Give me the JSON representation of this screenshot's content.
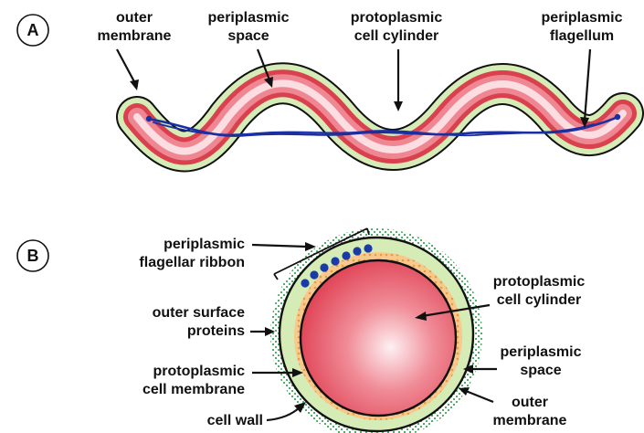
{
  "panel_a": {
    "letter": "A",
    "labels": {
      "outer_membrane": [
        "outer",
        "membrane"
      ],
      "periplasmic_space": [
        "periplasmic",
        "space"
      ],
      "protoplasmic_cell_cylinder": [
        "protoplasmic",
        "cell cylinder"
      ],
      "periplasmic_flagellum": [
        "periplasmic",
        "flagellum"
      ]
    }
  },
  "panel_b": {
    "letter": "B",
    "labels": {
      "periplasmic_flagellar_ribbon": [
        "periplasmic",
        "flagellar ribbon"
      ],
      "outer_surface_proteins": [
        "outer surface",
        "proteins"
      ],
      "protoplasmic_cell_membrane": [
        "protoplasmic",
        "cell membrane"
      ],
      "cell_wall": [
        "cell wall"
      ],
      "protoplasmic_cell_cylinder": [
        "protoplasmic",
        "cell cylinder"
      ],
      "periplasmic_space": [
        "periplasmic",
        "space"
      ],
      "outer_membrane": [
        "outer",
        "membrane"
      ]
    }
  },
  "colors": {
    "outer_membrane": "#d5ecb6",
    "cylinder_edge": "#e2505f",
    "cylinder_core": "#fde4e7",
    "flagellum": "#1a2fa0",
    "ribbon_dots": "#1a3aa8",
    "cell_wall_dots": "#f4b66a",
    "surface_proteins": "#3fa55a",
    "outline": "#111111"
  }
}
